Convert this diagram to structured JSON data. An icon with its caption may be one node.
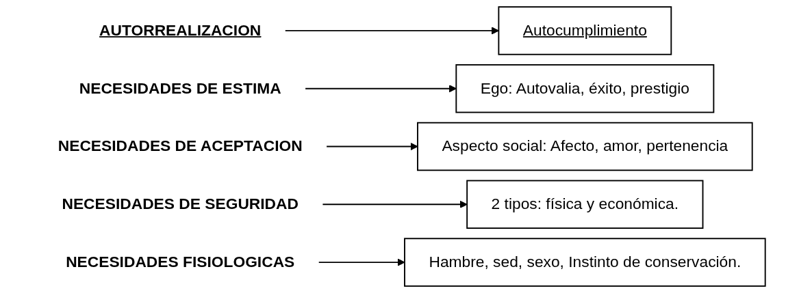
{
  "diagram": {
    "nodes": [
      {
        "text": [
          "AUTORREALIZACION"
        ]
      },
      {
        "text": [
          "Autocumplimiento"
        ]
      },
      {
        "text": [
          "NECESIDADES DE ESTIMA"
        ]
      },
      {
        "text": [
          "Ego: Autovalia, éxito, prestigio"
        ]
      },
      {
        "text": [
          "NECESIDADES DE ACEPTACION"
        ]
      },
      {
        "text": [
          "Aspecto social: Afecto, amor, pertenencia"
        ]
      },
      {
        "text": [
          "NECESIDADES DE SEGURIDAD"
        ]
      },
      {
        "text": [
          "2 tipos: física y económica."
        ]
      },
      {
        "text": [
          "NECESIDADES FISIOLOGICAS"
        ]
      },
      {
        "text": [
          "Hambre, sed, sexo, Instinto de conservación."
        ]
      }
    ],
    "edges": [
      {
        "from": 0,
        "to": 1,
        "arrow": "to"
      },
      {
        "from": 2,
        "to": 3,
        "arrow": "to"
      },
      {
        "from": 4,
        "to": 5,
        "arrow": "to"
      },
      {
        "from": 6,
        "to": 7,
        "arrow": "to"
      },
      {
        "from": 8,
        "to": 9,
        "arrow": "to"
      }
    ]
  }
}
